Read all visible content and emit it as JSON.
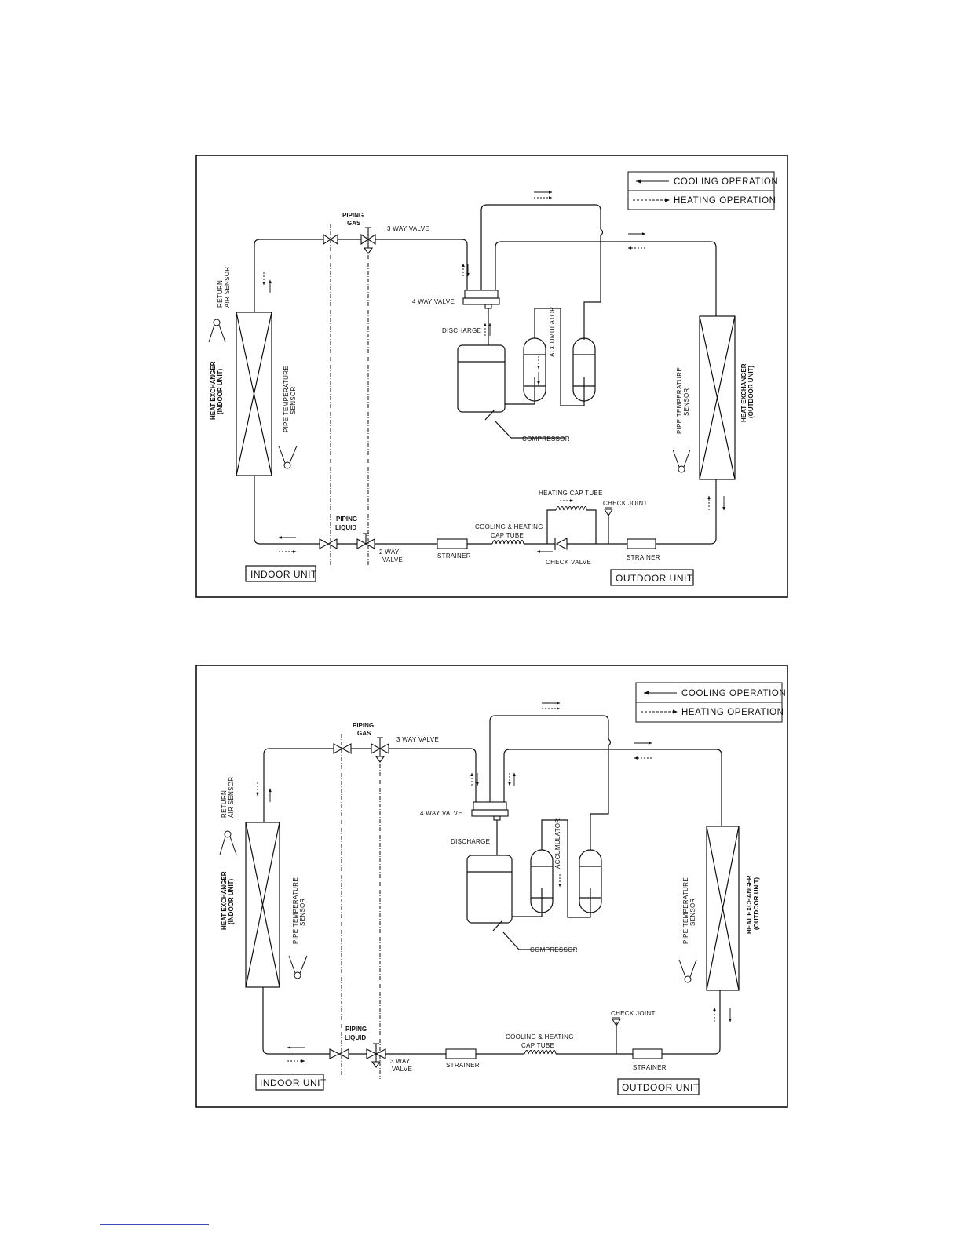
{
  "diagrams": [
    {
      "legend": {
        "cooling": "COOLING OPERATION",
        "heating": "HEATING OPERATION"
      },
      "indoor_unit": "INDOOR UNIT",
      "outdoor_unit": "OUTDOOR UNIT",
      "piping_gas": [
        "PIPING",
        "GAS"
      ],
      "piping_liquid": [
        "PIPING",
        "LIQUID"
      ],
      "gas_valve": "3 WAY VALVE",
      "liquid_valve": [
        "2 WAY",
        "VALVE"
      ],
      "four_way_valve": "4 WAY VALVE",
      "discharge": "DISCHARGE",
      "accumulator": "ACCUMULATOR",
      "compressor": "COMPRESSOR",
      "return_air_sensor": [
        "RETURN",
        "AIR SENSOR"
      ],
      "hx_indoor": [
        "HEAT EXCHANGER",
        "(INDOOR UNIT)"
      ],
      "hx_outdoor": [
        "HEAT EXCHANGER",
        "(OUTDOOR UNIT)"
      ],
      "pipe_sensor_indoor": [
        "PIPE TEMPERATURE",
        "SENSOR"
      ],
      "pipe_sensor_outdoor": [
        "PIPE TEMPERATURE",
        "SENSOR"
      ],
      "strainer_left": "STRAINER",
      "strainer_right": "STRAINER",
      "cap_tube": [
        "COOLING & HEATING",
        "CAP TUBE"
      ],
      "heating_cap_tube": "HEATING CAP TUBE",
      "check_joint": "CHECK JOINT",
      "check_valve": "CHECK VALVE"
    },
    {
      "legend": {
        "cooling": "COOLING OPERATION",
        "heating": "HEATING OPERATION"
      },
      "indoor_unit": "INDOOR UNIT",
      "outdoor_unit": "OUTDOOR UNIT",
      "piping_gas": [
        "PIPING",
        "GAS"
      ],
      "piping_liquid": [
        "PIPING",
        "LIQUID"
      ],
      "gas_valve": "3 WAY VALVE",
      "liquid_valve": [
        "3 WAY",
        "VALVE"
      ],
      "four_way_valve": "4 WAY VALVE",
      "discharge": "DISCHARGE",
      "accumulator": "ACCUMULATOR",
      "compressor": "COMPRESSOR",
      "return_air_sensor": [
        "RETURN",
        "AIR SENSOR"
      ],
      "hx_indoor": [
        "HEAT EXCHANGER",
        "(INDOOR UNIT)"
      ],
      "hx_outdoor": [
        "HEAT EXCHANGER",
        "(OUTDOOR UNIT)"
      ],
      "pipe_sensor_indoor": [
        "PIPE TEMPERATURE",
        "SENSOR"
      ],
      "pipe_sensor_outdoor": [
        "PIPE TEMPERATURE",
        "SENSOR"
      ],
      "strainer_left": "STRAINER",
      "strainer_right": "STRAINER",
      "cap_tube": [
        "COOLING & HEATING",
        "CAP TUBE"
      ],
      "check_joint": "CHECK JOINT"
    }
  ]
}
